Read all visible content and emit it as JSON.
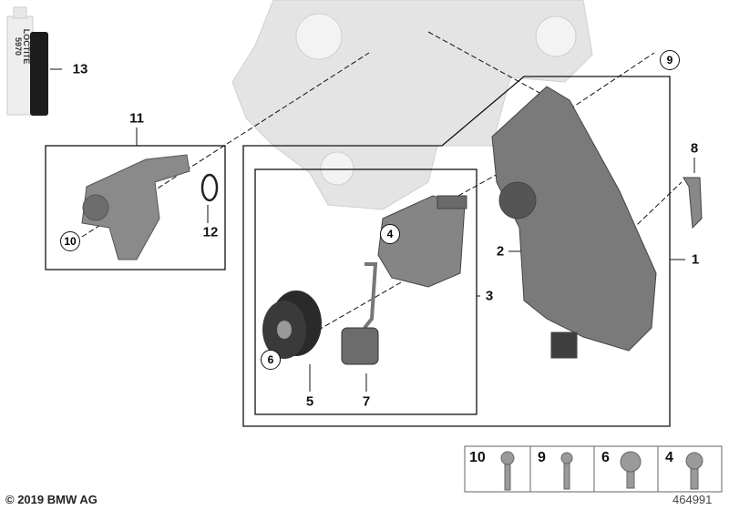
{
  "title": "Water pump / thermostat diagram",
  "product_logo_text": "LOCTITE 5970",
  "callouts": {
    "p1": "1",
    "p2": "2",
    "p3": "3",
    "p5": "5",
    "p7": "7",
    "p8": "8",
    "p11": "11",
    "p12": "12",
    "p13": "13"
  },
  "circled_callouts": {
    "c9": "9",
    "c10": "10",
    "c4": "4",
    "c6": "6"
  },
  "bolts": [
    {
      "label": "10"
    },
    {
      "label": "9"
    },
    {
      "label": "6"
    },
    {
      "label": "4"
    }
  ],
  "copyright": "© 2019 BMW AG",
  "diagram_number": "464991"
}
